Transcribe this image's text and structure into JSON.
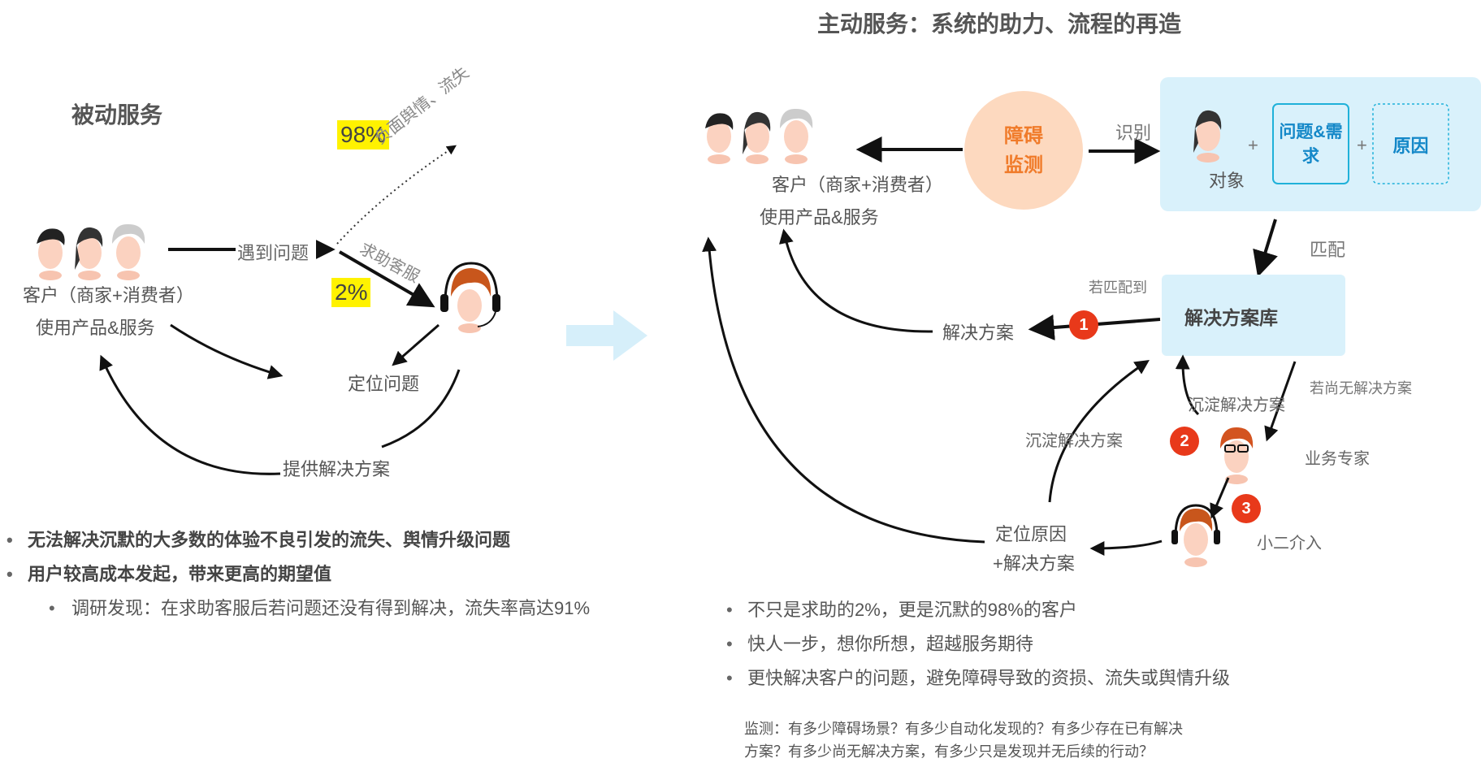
{
  "main_title": "主动服务：系统的助力、流程的再造",
  "left": {
    "title": "被动服务",
    "customer_line1": "客户（商家+消费者）",
    "customer_line2": "使用产品&服务",
    "encounter": "遇到问题",
    "silent_pct": "98%",
    "silent_result": "负面舆情、流失",
    "help_label": "求助客服",
    "help_pct": "2%",
    "locate": "定位问题",
    "provide": "提供解决方案",
    "bullets": [
      "无法解决沉默的大多数的体验不良引发的流失、舆情升级问题",
      "用户较高成本发起，带来更高的期望值"
    ],
    "sub_bullets": [
      "调研发现：在求助客服后若问题还没有得到解决，流失率高达91%"
    ]
  },
  "right": {
    "customer_line1": "客户（商家+消费者）",
    "customer_line2": "使用产品&服务",
    "monitor_line1": "障碍",
    "monitor_line2": "监测",
    "identify": "识别",
    "object_label": "对象",
    "plus": "+",
    "problem_box": "问题&需求",
    "cause_box": "原因",
    "match": "匹配",
    "if_matched": "若匹配到",
    "solution_lib": "解决方案库",
    "solution": "解决方案",
    "badges": [
      "1",
      "2",
      "3"
    ],
    "settle_1": "沉淀解决方案",
    "settle_2": "沉淀解决方案",
    "no_solution": "若尚无解决方案",
    "expert": "业务专家",
    "xiaoer": "小二介入",
    "locate_line1": "定位原因",
    "locate_line2": "+解决方案",
    "bullets": [
      "不只是求助的2%，更是沉默的98%的客户",
      "快人一步，想你所想，超越服务期待",
      "更快解决客户的问题，避免障碍导致的资损、流失或舆情升级"
    ],
    "note_line1": "监测：有多少障碍场景？有多少自动化发现的？有多少存在已有解决",
    "note_line2": "方案？有多少尚无解决方案，有多少只是发现并无后续的行动？"
  },
  "colors": {
    "highlight": "#fff200",
    "monitor_circle": "#fdd9bf",
    "monitor_text": "#f07b2a",
    "light_blue": "#d9f1fb",
    "box_border": "#1fb1d9",
    "box_text": "#1488c8",
    "badge": "#e8391a",
    "transition_arrow": "#d6effa"
  },
  "icons": [
    "customer-group-icon",
    "service-agent-icon",
    "business-expert-icon",
    "object-person-icon"
  ]
}
